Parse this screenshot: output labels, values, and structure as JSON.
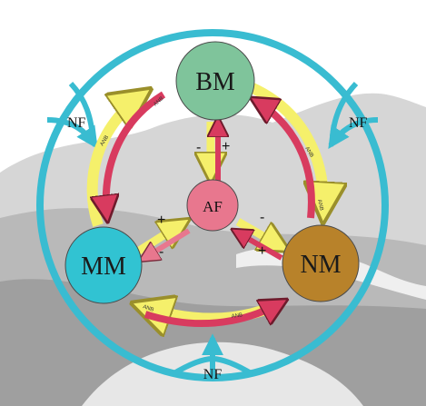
{
  "nodes": {
    "bm": {
      "label": "BM",
      "color": "#7fc49b"
    },
    "mm": {
      "label": "MM",
      "color": "#31c3d2"
    },
    "nm": {
      "label": "NM",
      "color": "#b8822a"
    },
    "af": {
      "label": "AF",
      "color": "#e8778e"
    }
  },
  "flows": {
    "nf_left": "NF",
    "nf_right": "NF",
    "nf_bottom": "NF"
  },
  "signs": {
    "bm_af_minus": "-",
    "bm_af_plus": "+",
    "mm_af_plus": "+",
    "mm_af_minus": "-",
    "nm_af_minus": "-",
    "nm_af_plus": "+"
  },
  "arrow_labels": {
    "bm_mm_top": "ANB",
    "bm_mm_mid": "ANB",
    "bm_nm_mid": "ANB",
    "bm_nm_bottom": "ANB",
    "mm_nm_left": "ANB",
    "mm_nm_right": "ANB"
  },
  "colors": {
    "ring": "#39bcd1",
    "arrow_yellow": "#f5f06b",
    "arrow_red": "#d83b5f",
    "landscape": "#cfcfcf"
  }
}
